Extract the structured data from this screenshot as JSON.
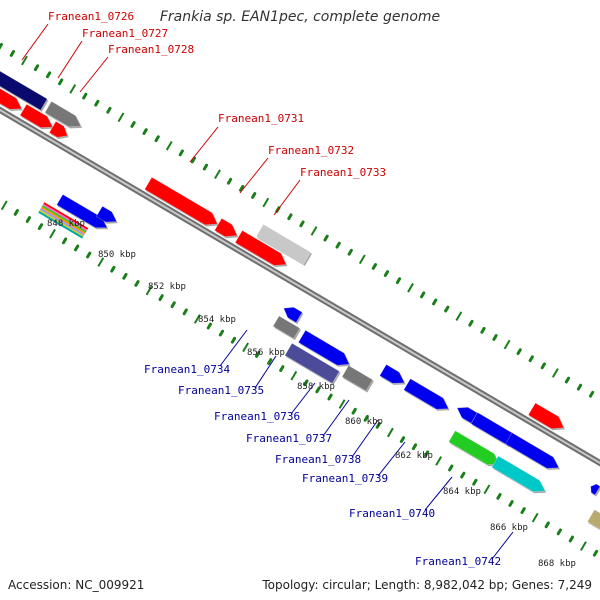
{
  "viewer": {
    "title": "Frankia sp. EAN1pec, complete genome",
    "accession": "Accession: NC_009921",
    "topology": "Topology: circular; Length: 8,982,042 bp; Genes: 7,249"
  },
  "colors": {
    "forward_label": "#cc0000",
    "reverse_label": "#000099",
    "backbone": "#8c8c8c",
    "tick": "#1a7f1a"
  },
  "scale_labels": [
    "848 kbp",
    "850 kbp",
    "852 kbp",
    "854 kbp",
    "856 kbp",
    "858 kbp",
    "860 kbp",
    "862 kbp",
    "864 kbp",
    "866 kbp",
    "868 kbp"
  ],
  "forward_genes": [
    "Franean1_0726",
    "Franean1_0727",
    "Franean1_0728",
    "Franean1_0731",
    "Franean1_0732",
    "Franean1_0733"
  ],
  "reverse_genes": [
    "Franean1_0734",
    "Franean1_0735",
    "Franean1_0736",
    "Franean1_0737",
    "Franean1_0738",
    "Franean1_0739",
    "Franean1_0740",
    "Franean1_0742"
  ]
}
